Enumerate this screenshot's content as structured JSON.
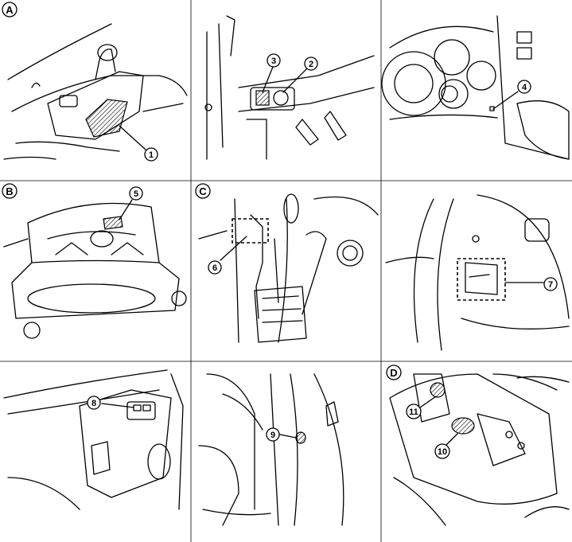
{
  "panel_letters": {
    "a": "A",
    "b": "B",
    "c": "C",
    "d": "D"
  },
  "callouts": {
    "c1": "1",
    "c2": "2",
    "c3": "3",
    "c4": "4",
    "c5": "5",
    "c6": "6",
    "c7": "7",
    "c8": "8",
    "c9": "9",
    "c10": "10",
    "c11": "11"
  },
  "colors": {
    "line": "#000000",
    "background": "#ffffff"
  }
}
